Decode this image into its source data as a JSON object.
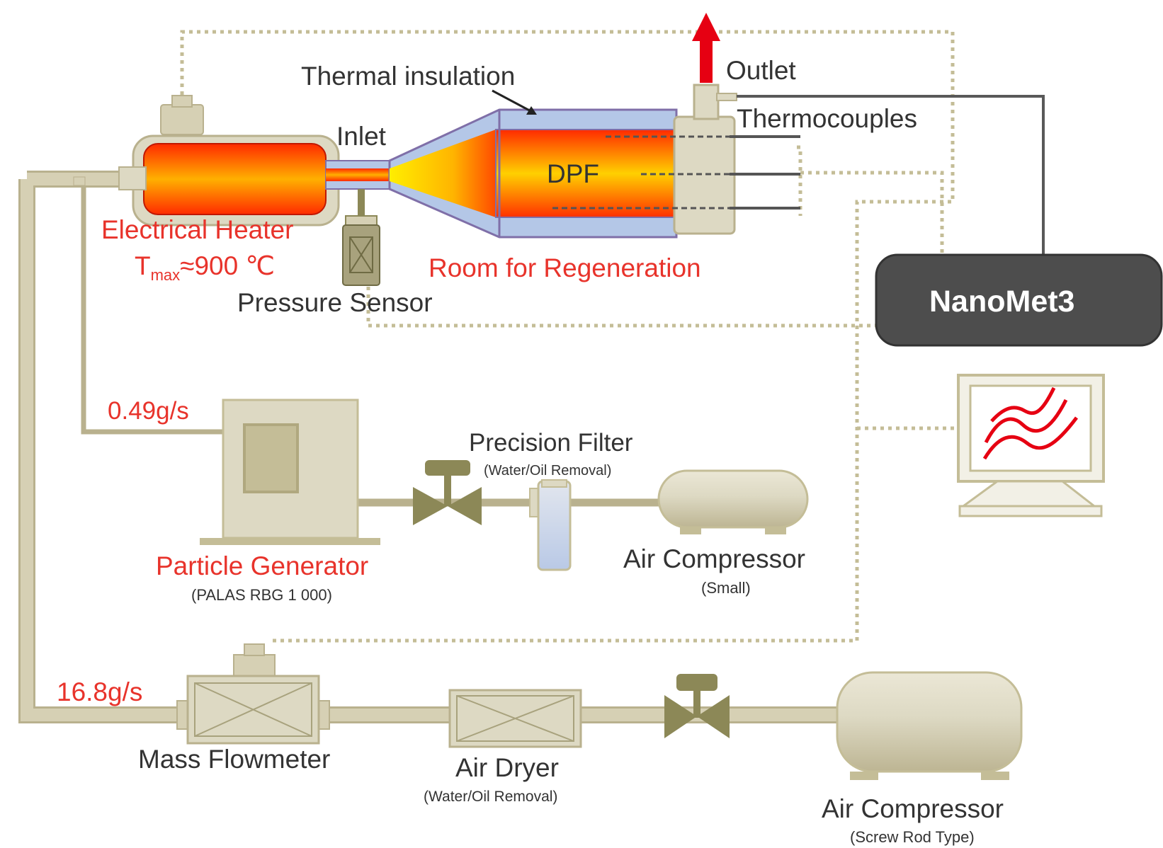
{
  "labels": {
    "thermal_insulation": "Thermal insulation",
    "inlet": "Inlet",
    "outlet": "Outlet",
    "thermocouples": "Thermocouples",
    "dpf": "DPF",
    "electrical_heater": "Electrical Heater",
    "tmax_prefix": "T",
    "tmax_sub": "max",
    "tmax_value": "≈900 ℃",
    "room_for_regeneration": "Room for Regeneration",
    "pressure_sensor": "Pressure Sensor",
    "nanomet": "NanoMet3",
    "flow_small": "0.49g/s",
    "flow_large": "16.8g/s",
    "precision_filter": "Precision  Filter",
    "precision_filter_sub": "(Water/Oil Removal)",
    "particle_generator": "Particle Generator",
    "particle_generator_sub": "(PALAS RBG 1 000)",
    "air_compressor_small": "Air Compressor",
    "air_compressor_small_sub": "(Small)",
    "mass_flowmeter": "Mass Flowmeter",
    "air_dryer": "Air Dryer",
    "air_dryer_sub": "(Water/Oil Removal)",
    "air_compressor_large": "Air Compressor",
    "air_compressor_large_sub": "(Screw Rod Type)"
  },
  "colors": {
    "pipe": "#d6d0b4",
    "pipe_edge": "#b9b18e",
    "equipment": "#ddd9c3",
    "equipment_dark": "#c4bd97",
    "valve": "#8c8857",
    "insulation": "#b4c7e7",
    "insulation_edge": "#7f6fa8",
    "label_red": "#e8332b",
    "label_dark": "#333333",
    "signal_dotted": "#c4bd97",
    "signal_solid": "#595959",
    "nanomet_box": "#4d4d4d",
    "outlet_arrow": "#e60012"
  }
}
